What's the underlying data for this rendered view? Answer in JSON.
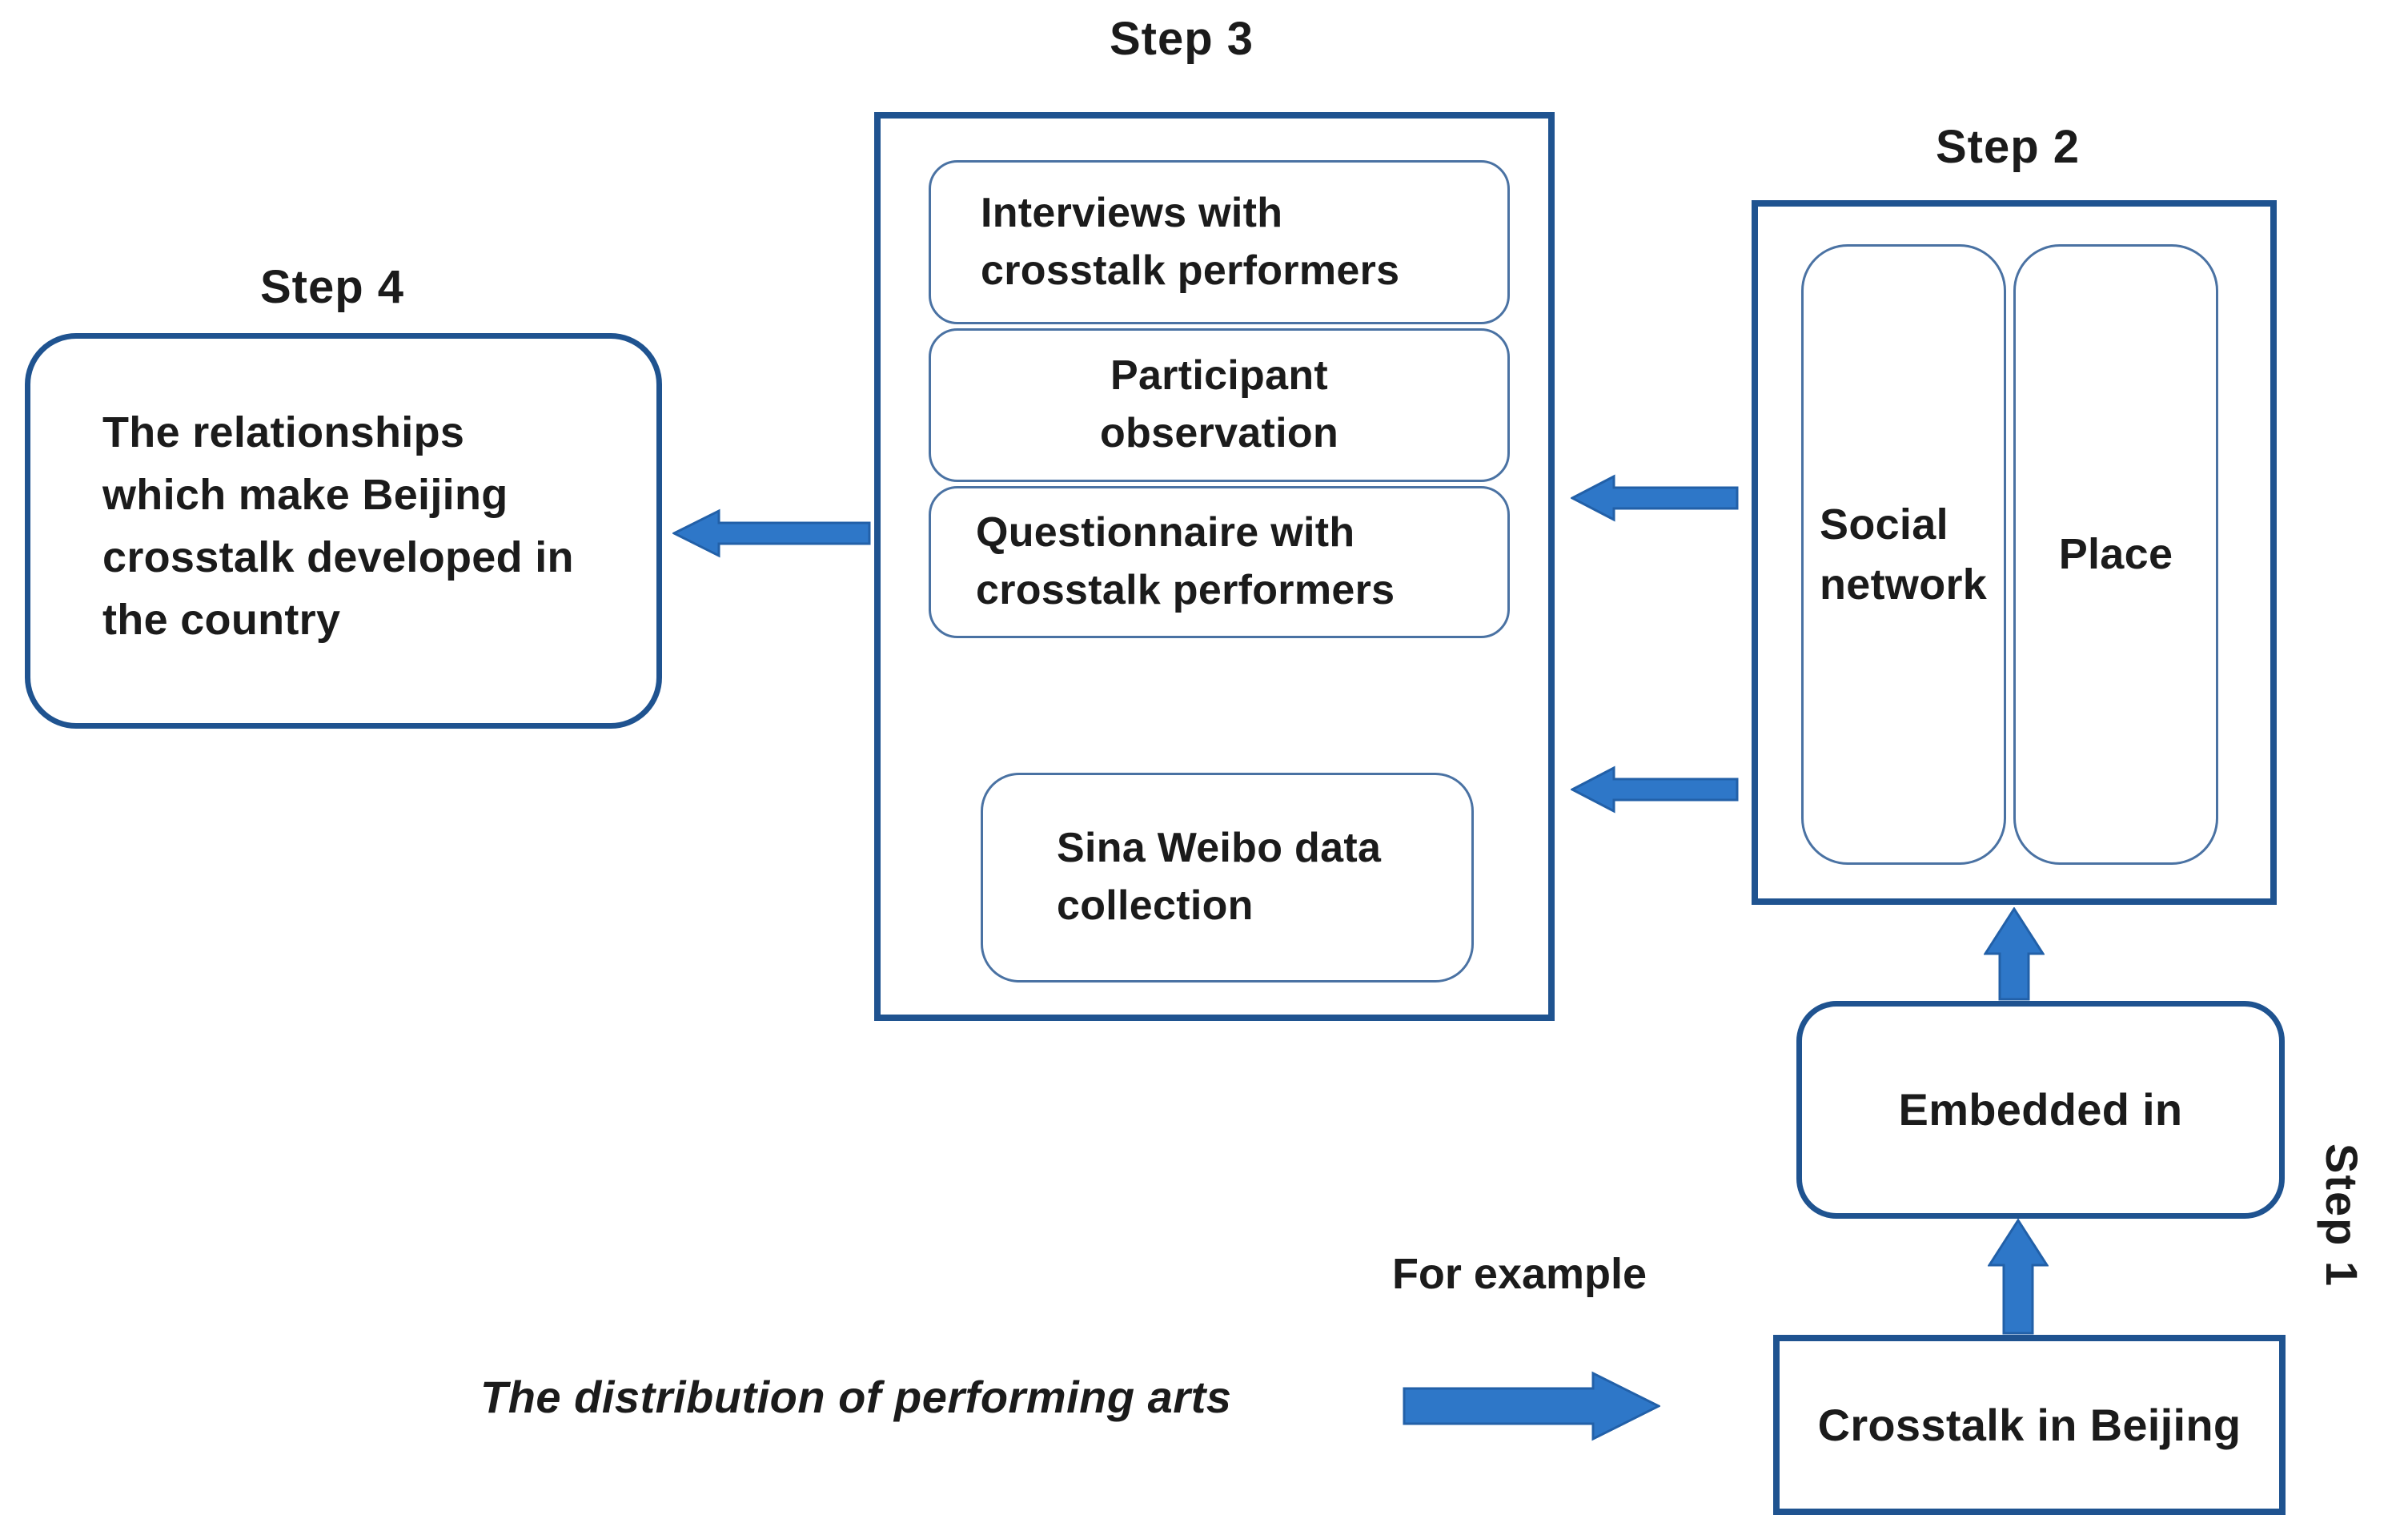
{
  "title": "Research methodology flow diagram",
  "colors": {
    "c-arrow": "#2e77c8",
    "c-arrow-edge": "#2260a8",
    "c-border-dark": "#1f5390",
    "c-border-thin": "#4a72a3",
    "c-text": "#1b1b1b",
    "c-bg": "#ffffff"
  },
  "steps": {
    "step1": {
      "label": "Step 1",
      "crosstalk_box": "Crosstalk in Beijing",
      "embedded_box": "Embedded in",
      "for_example": "For example",
      "example_caption": "The distribution of performing arts"
    },
    "step2": {
      "label": "Step 2",
      "boxes": [
        "Social\nnetwork",
        "Place"
      ]
    },
    "step3": {
      "label": "Step 3",
      "boxes": [
        "Interviews with\ncrosstalk performers",
        "Participant\nobservation",
        "Questionnaire with\ncrosstalk performers",
        "Sina Weibo data\ncollection"
      ]
    },
    "step4": {
      "label": "Step 4",
      "text": " The relationships\nwhich make Beijing\ncrosstalk developed in\nthe country"
    }
  }
}
